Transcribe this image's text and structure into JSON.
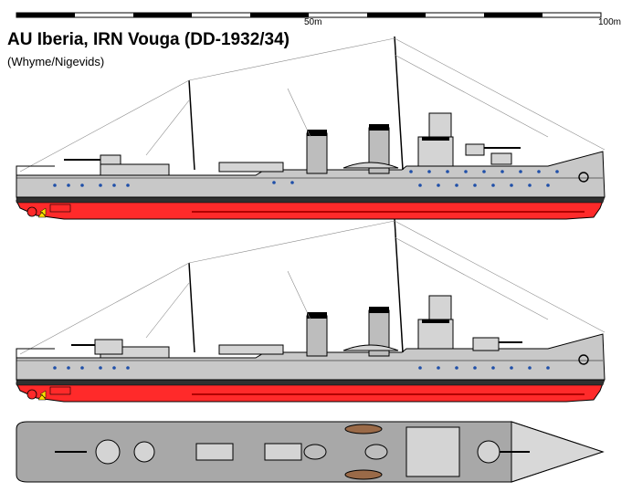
{
  "header": {
    "title": "AU Iberia, IRN Vouga (DD-1932/34)",
    "credit": "(Whyme/Nigevids)"
  },
  "scale_bar": {
    "mid_label": "50m",
    "end_label": "100m"
  },
  "colors": {
    "hull_grey": "#c8c8c8",
    "superstructure_grey": "#d4d4d4",
    "deck_grey": "#a8a8a8",
    "boot_top": "#303030",
    "antifouling_red": "#ff2a2a",
    "scuttle_blue": "#1f4fa8",
    "boat_brown": "#9a6a48",
    "propeller_yellow": "#ffe000",
    "outline": "#000000"
  },
  "views": [
    {
      "name": "Upper profile: with dummy-gun fit forward"
    },
    {
      "name": "Lower profile: with twin gun turrets"
    },
    {
      "name": "Plan view"
    }
  ]
}
